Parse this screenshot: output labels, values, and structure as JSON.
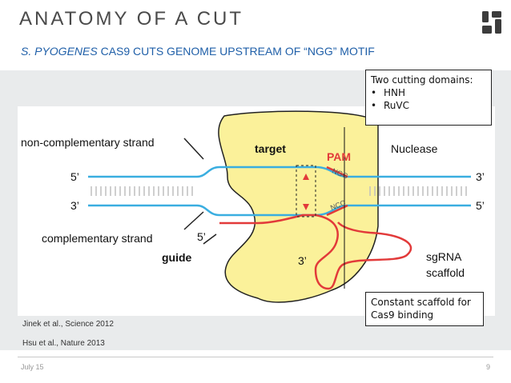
{
  "slide": {
    "title": "ANATOMY OF A CUT",
    "subtitle_italic": "S. PYOGENES",
    "subtitle_rest": " CAS9 CUTS GENOME UPSTREAM OF “NGG” MOTIF",
    "date": "July 15",
    "page_number": "9",
    "logo_icon": "company-logo-icon",
    "accent_color": "#1f5fa8"
  },
  "diagram": {
    "label_noncomp": "non-complementary strand",
    "label_comp": "complementary strand",
    "label_target": "target",
    "label_pam": "PAM",
    "label_nuclease": "Nuclease",
    "label_guide": "guide",
    "label_sgrna": "sgRNA",
    "label_scaffold": "scaffold",
    "label_ngg": "NGG",
    "label_ncc": "NCC",
    "top_left_end": "5’",
    "top_right_end": "3’",
    "bottom_left_end": "3’",
    "bottom_right_end": "5’",
    "guide_5": "5’",
    "guide_3": "3’",
    "nuclease_color": "#fbf19a",
    "dna_color": "#3aaee0",
    "rna_color": "#e23a3a"
  },
  "callouts": {
    "domains_title": "Two cutting domains:",
    "domains": [
      "HNH",
      "RuVC"
    ],
    "scaffold": "Constant scaffold for Cas9 binding"
  },
  "references": [
    "Jinek et al., Science 2012",
    "Hsu et al., Nature 2013"
  ]
}
